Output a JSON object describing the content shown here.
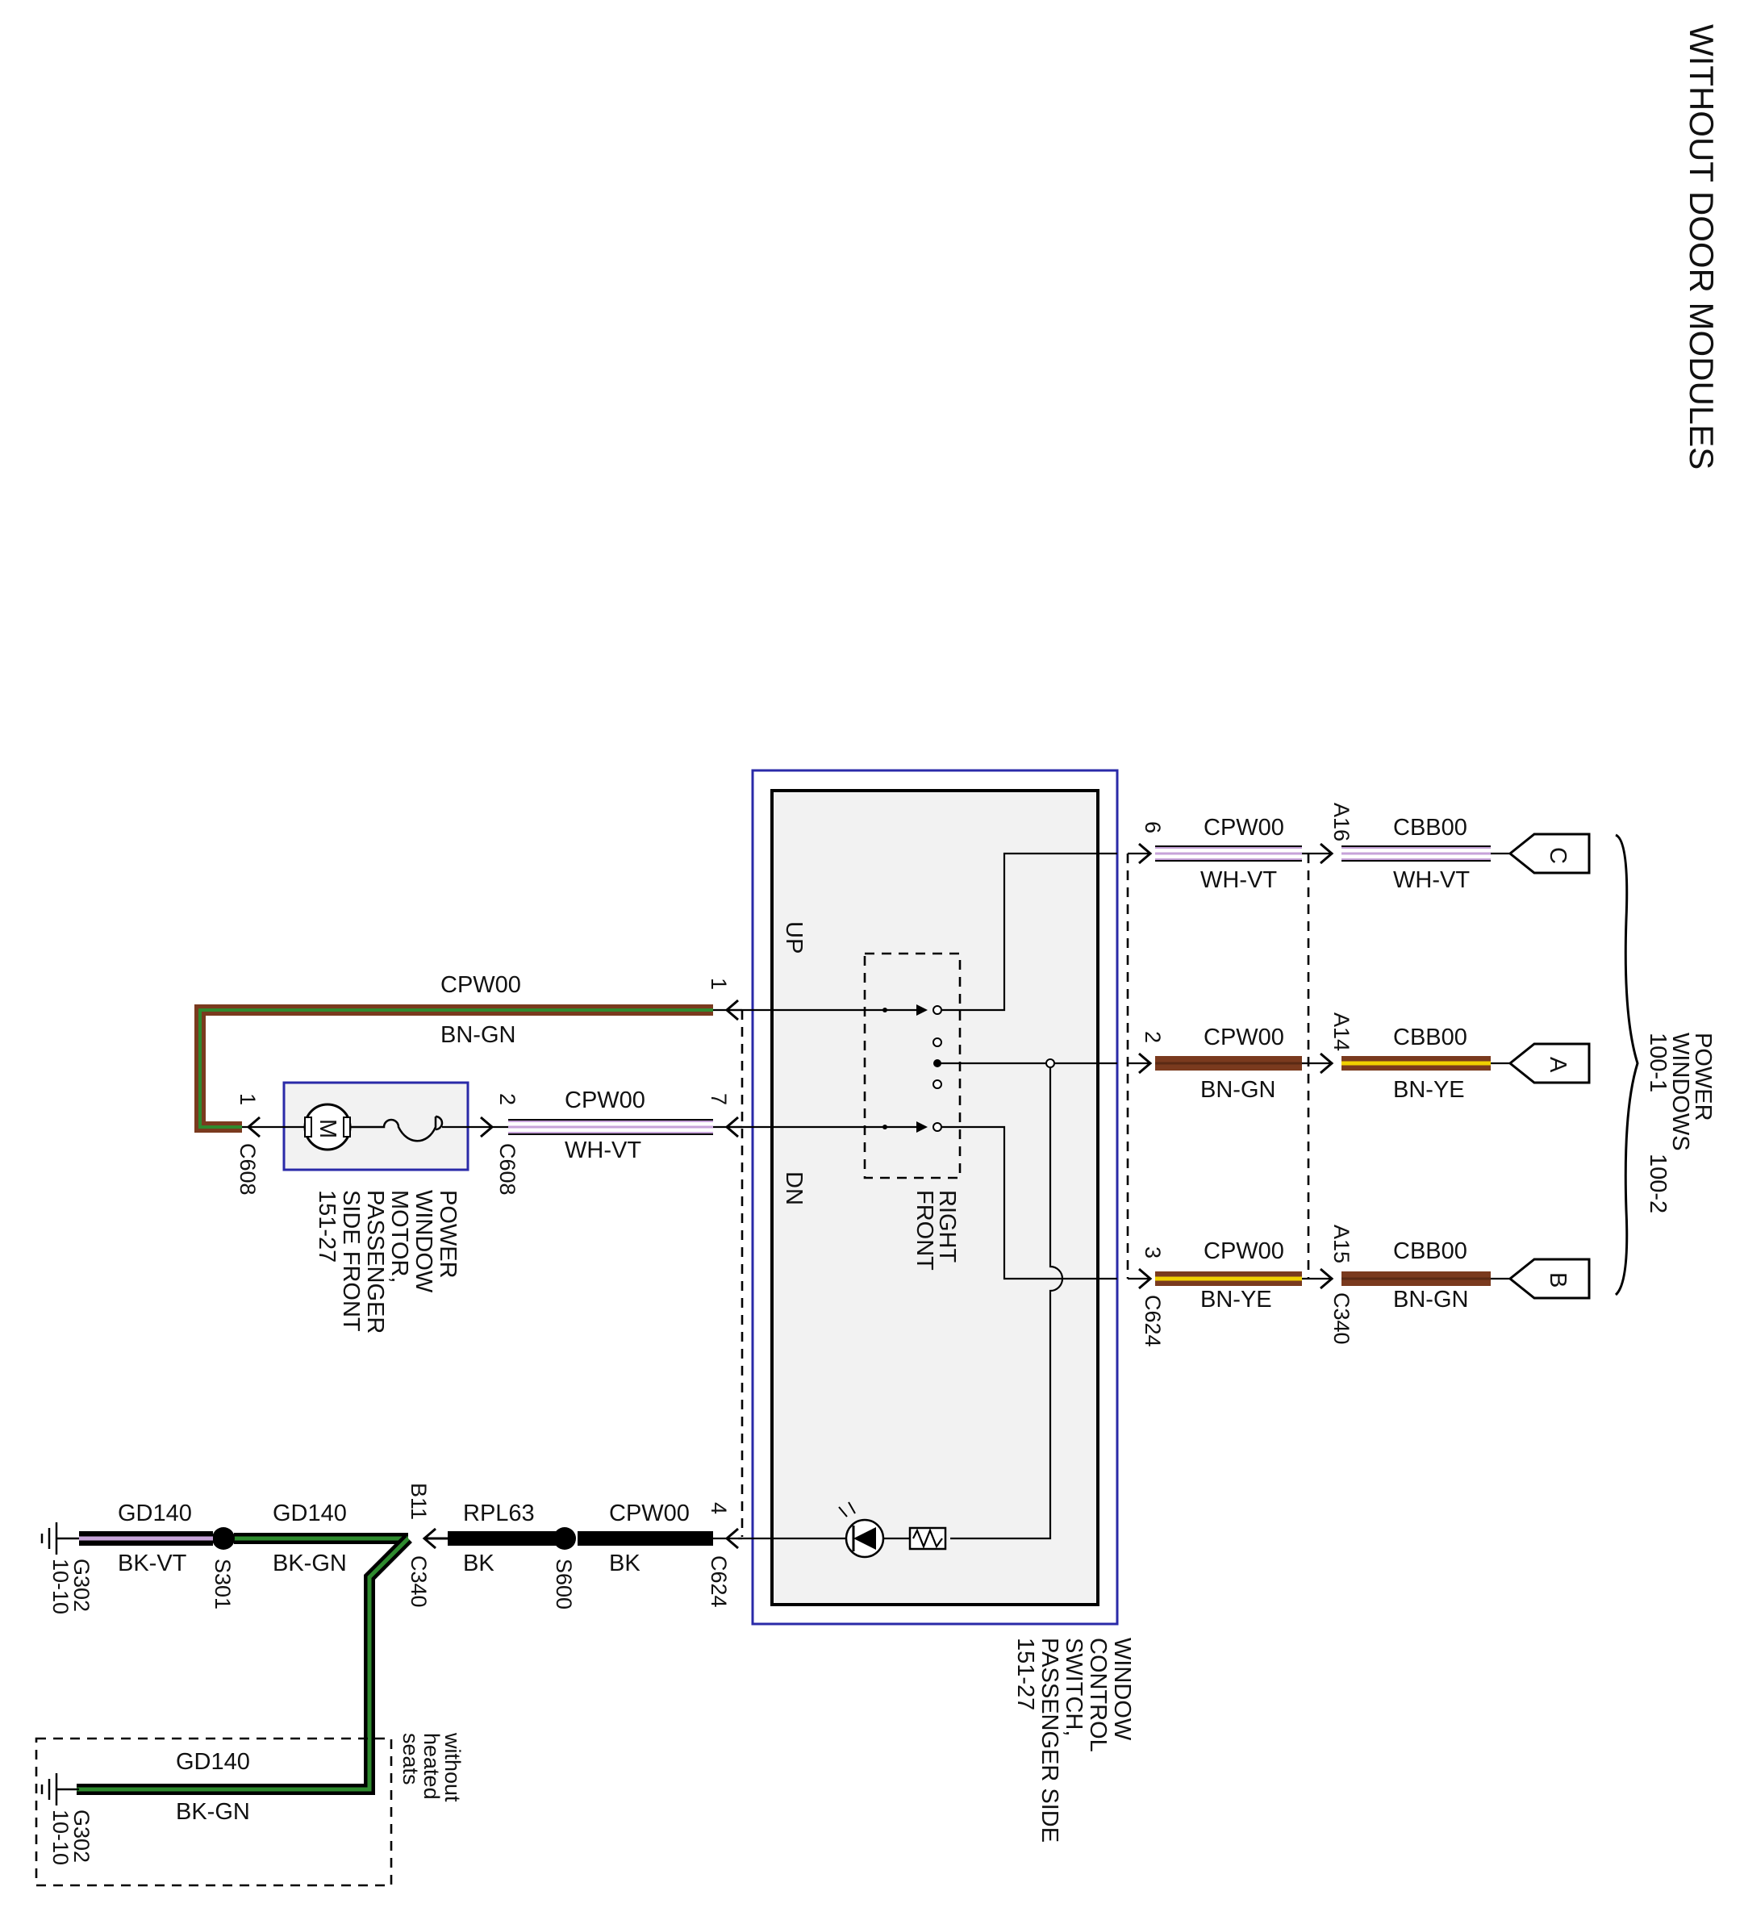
{
  "title": "WITHOUT DOOR MODULES",
  "colors": {
    "BN": "#7a3a1e",
    "GN": "#2e8a2e",
    "WH": "#ffffff",
    "VT": "#c7a3d9",
    "YE": "#f0d000",
    "BK": "#000000",
    "module_border": "#2a2aa8",
    "module_fill": "#f2f2f2"
  },
  "components": {
    "motor": {
      "name_lines": [
        "POWER",
        "WINDOW",
        "MOTOR,",
        "PASSENGER",
        "SIDE FRONT",
        "151-27"
      ],
      "symbol": "M"
    },
    "switch": {
      "name_lines": [
        "WINDOW",
        "CONTROL",
        "SWITCH,",
        "PASSENGER SIDE",
        "151-27"
      ],
      "up_label": "UP",
      "dn_label": "DN",
      "contact_lines": [
        "RIGHT",
        "FRONT"
      ]
    },
    "destination": {
      "lines": [
        "POWER",
        "WINDOWS",
        "100-1"
      ],
      "ref2": "100-2"
    },
    "heated_seats_note": [
      "without",
      "heated",
      "seats"
    ]
  },
  "connectors": {
    "c608_pin1": {
      "pin": "1",
      "conn": "C608"
    },
    "c608_pin2": {
      "pin": "2",
      "conn": "C608"
    },
    "c624_pin1": {
      "pin": "1"
    },
    "c624_pin7": {
      "pin": "7"
    },
    "c624_pin4": {
      "pin": "4",
      "conn": "C624"
    },
    "c624_pin6": {
      "pin": "6"
    },
    "c624_pin2": {
      "pin": "2"
    },
    "c624_pin3": {
      "pin": "3",
      "conn": "C624"
    },
    "c340_a16": {
      "pin": "A16"
    },
    "c340_a14": {
      "pin": "A14"
    },
    "c340_a15": {
      "pin": "A15",
      "conn": "C340"
    },
    "c340_b11": {
      "pin": "B11",
      "conn": "C340"
    }
  },
  "splices": {
    "s600": "S600",
    "s301": "S301"
  },
  "grounds": {
    "g302_top": {
      "name": "G302",
      "ref": "10-10"
    },
    "g302_bottom": {
      "name": "G302",
      "ref": "10-10"
    }
  },
  "offpage": {
    "c": "C",
    "a": "A",
    "b": "B"
  },
  "wires": {
    "w_motor_up": {
      "circuit": "CPW00",
      "color": "BN-GN"
    },
    "w_motor_dn": {
      "circuit": "CPW00",
      "color": "WH-VT"
    },
    "w_p6": {
      "circuit": "CPW00",
      "color": "WH-VT"
    },
    "w_p2": {
      "circuit": "CPW00",
      "color": "BN-GN"
    },
    "w_p3": {
      "circuit": "CPW00",
      "color": "BN-YE"
    },
    "w_a16": {
      "circuit": "CBB00",
      "color": "WH-VT"
    },
    "w_a14": {
      "circuit": "CBB00",
      "color": "BN-YE"
    },
    "w_a15": {
      "circuit": "CBB00",
      "color": "BN-GN"
    },
    "w_p4": {
      "circuit": "CPW00",
      "color": "BK"
    },
    "w_rpl63": {
      "circuit": "RPL63",
      "color": "BK"
    },
    "w_gd140_a": {
      "circuit": "GD140",
      "color": "BK-GN"
    },
    "w_gd140_b": {
      "circuit": "GD140",
      "color": "BK-VT"
    },
    "w_gd140_c": {
      "circuit": "GD140",
      "color": "BK-GN"
    }
  }
}
